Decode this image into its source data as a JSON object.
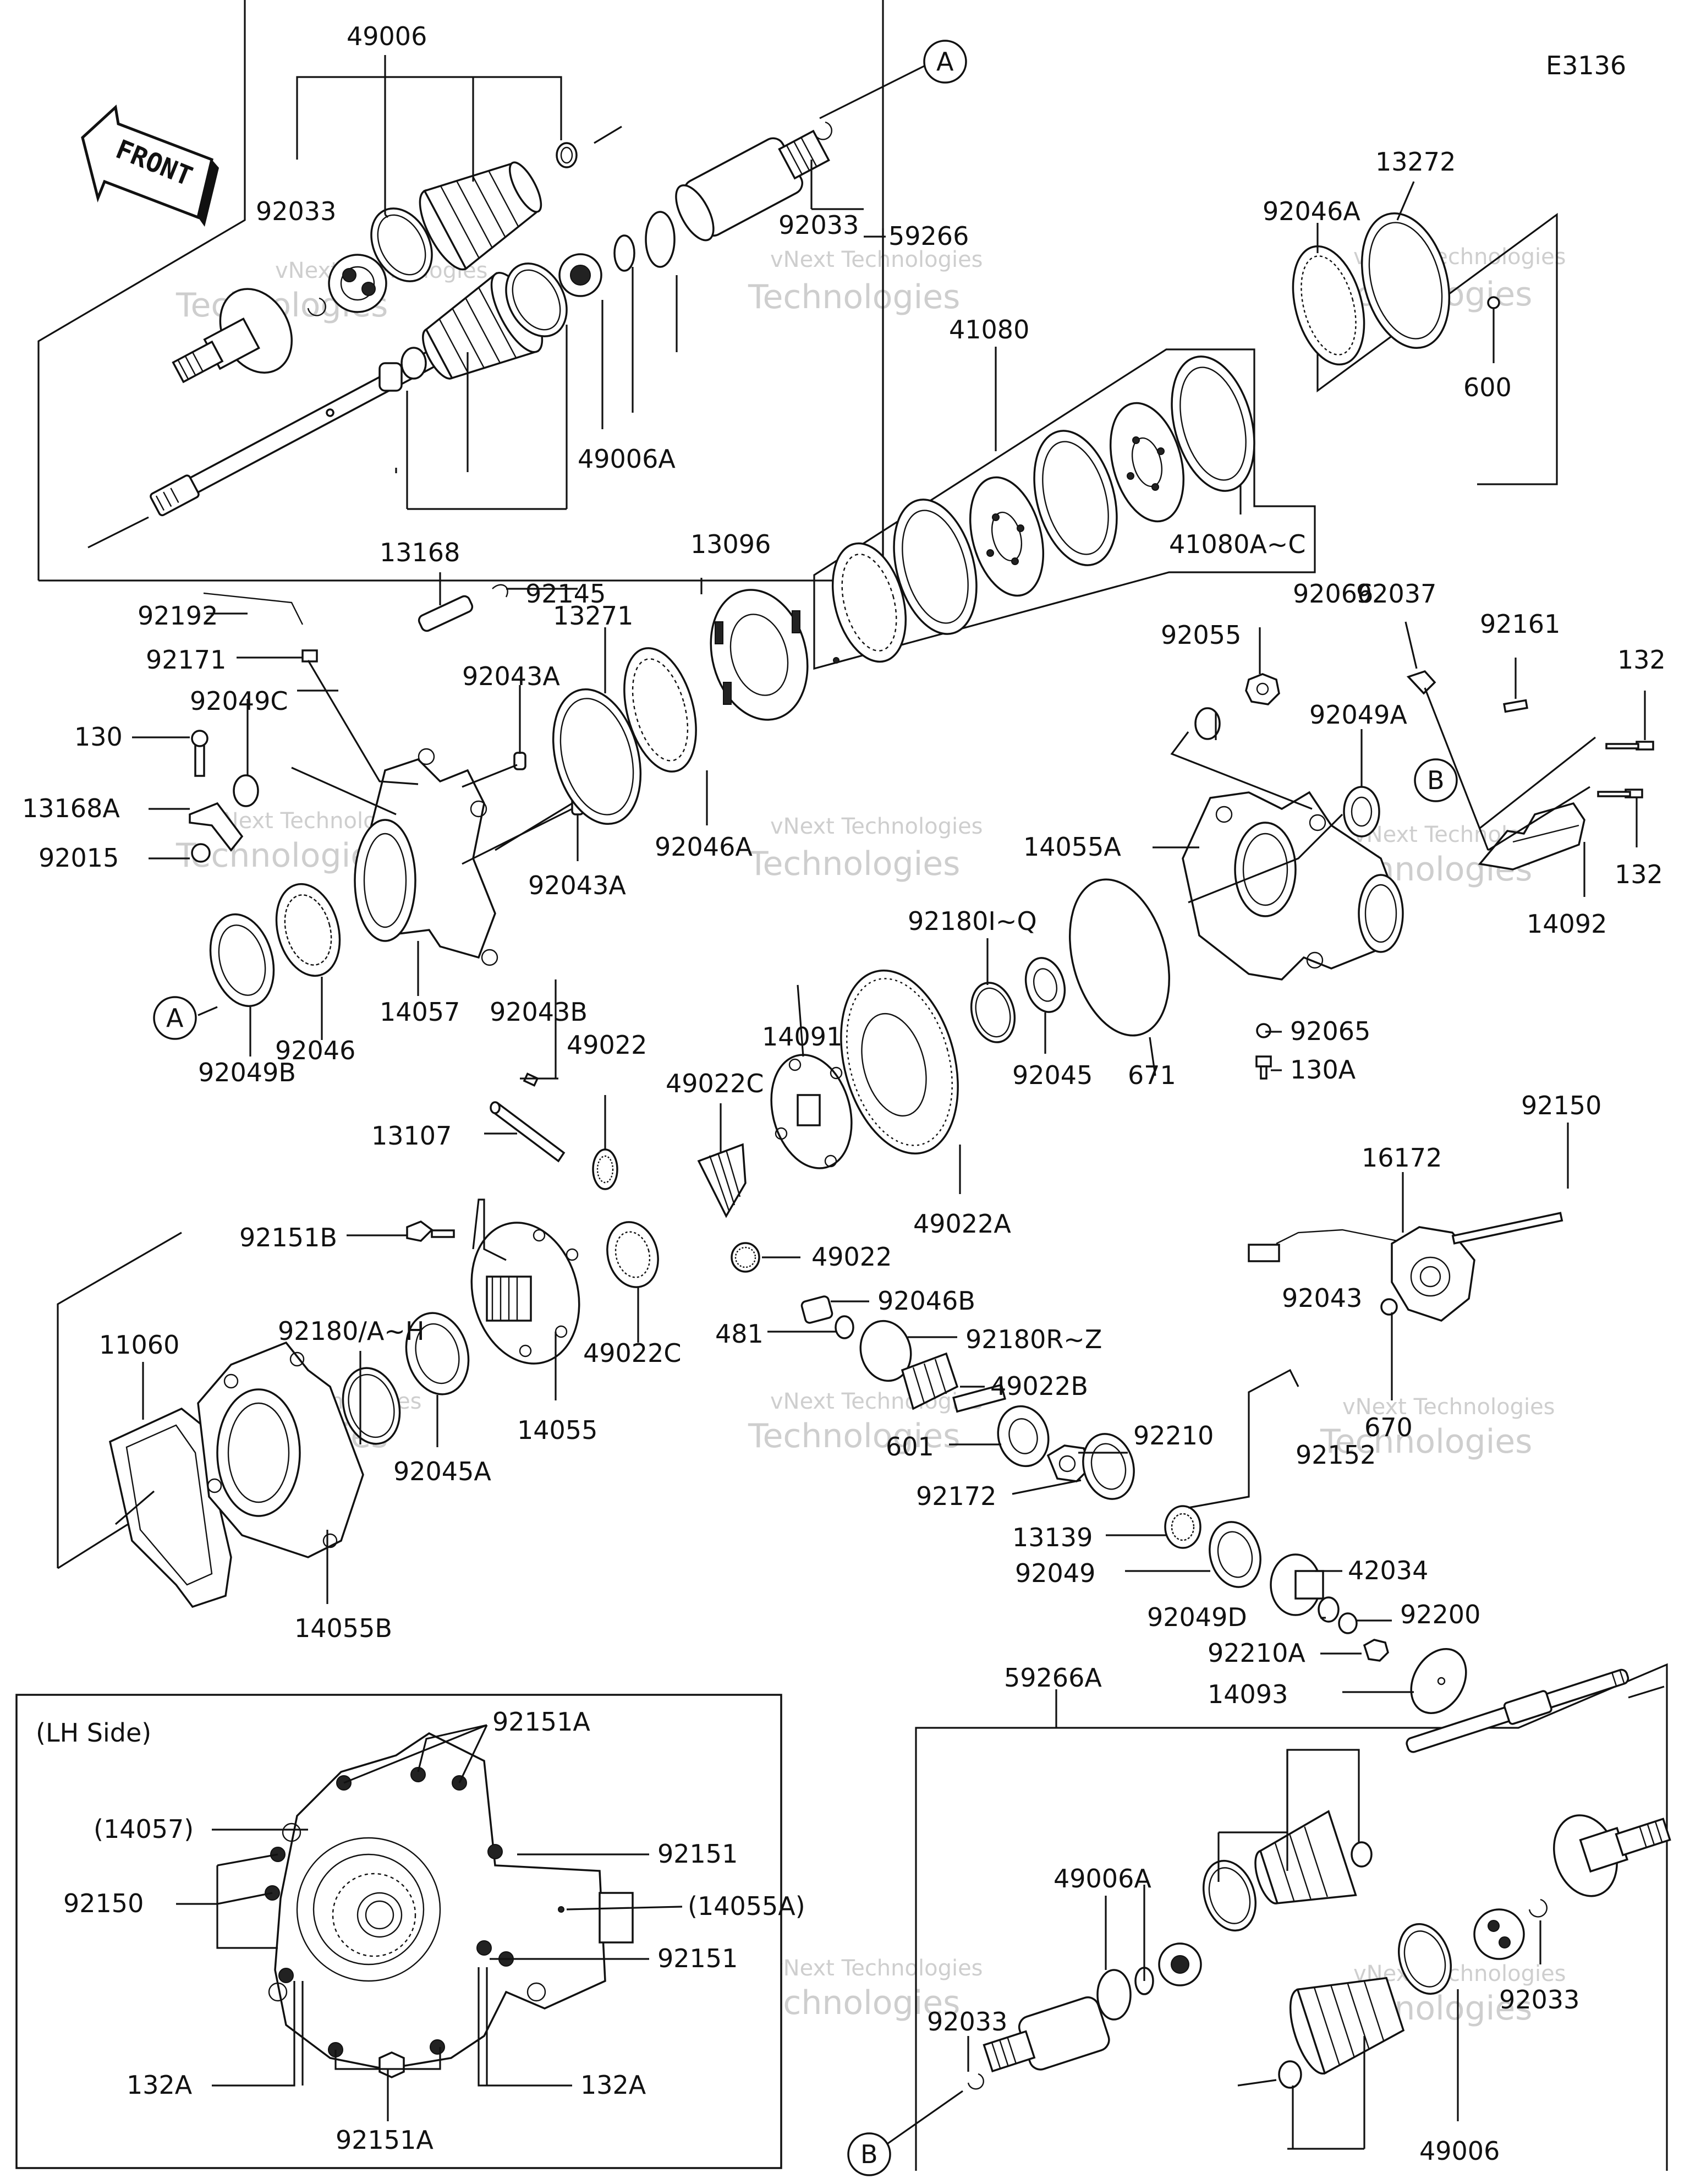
{
  "diagram_code": "E3136",
  "front_label": "FRONT",
  "inset_title": "(LH Side)",
  "watermark_top": "vNext Technologies",
  "watermark_bottom": "Technologies",
  "refs": {
    "a": "A",
    "b": "B"
  },
  "parts": {
    "p49006_top": "49006",
    "p92033_tl": "92033",
    "p92033_tr": "92033",
    "p59266": "59266",
    "p49006A_top": "49006A",
    "p41080": "41080",
    "p41080AC": "41080A~C",
    "p13272": "13272",
    "p92046A_tr": "92046A",
    "p600": "600",
    "p13168": "13168",
    "p92145": "92145",
    "p92192": "92192",
    "p92171": "92171",
    "p13271": "13271",
    "p13096": "13096",
    "p92043A_1": "92043A",
    "p92049C": "92049C",
    "p130": "130",
    "p13168A": "13168A",
    "p92015": "92015",
    "p92043A_2": "92043A",
    "p92046A": "92046A",
    "p14057": "14057",
    "p92046": "92046",
    "p92049B": "92049B",
    "p92066": "92066",
    "p92055": "92055",
    "p92037": "92037",
    "p92161": "92161",
    "p132_a": "132",
    "p92049A": "92049A",
    "p14055A": "14055A",
    "p132_b": "132",
    "p14092": "14092",
    "p92180IQ": "92180I~Q",
    "p92045": "92045",
    "p671": "671",
    "p92065": "92065",
    "p130A": "130A",
    "p14091": "14091",
    "p92043B": "92043B",
    "p49022_a": "49022",
    "p49022C_a": "49022C",
    "p13107": "13107",
    "p49022A": "49022A",
    "p92150_r": "92150",
    "p16172": "16172",
    "p92151B": "92151B",
    "p49022_b": "49022",
    "p92180AH": "92180/A~H",
    "p11060": "11060",
    "p49022C_b": "49022C",
    "p14055": "14055",
    "p92045A": "92045A",
    "p14055B": "14055B",
    "p92046B": "92046B",
    "p481": "481",
    "p92180RZ": "92180R~Z",
    "p49022B": "49022B",
    "p92043": "92043",
    "p670": "670",
    "p92152": "92152",
    "p601": "601",
    "p92210": "92210",
    "p92172": "92172",
    "p13139": "13139",
    "p92049": "92049",
    "p42034": "42034",
    "p92049D": "92049D",
    "p92200": "92200",
    "p92210A": "92210A",
    "p14093": "14093",
    "p59266A": "59266A",
    "p49006A_b": "49006A",
    "p92033_bl": "92033",
    "p92033_br": "92033",
    "p49006_b": "49006",
    "p92151A_t": "92151A",
    "p14057_ref": "(14057)",
    "p92151_a": "92151",
    "p92150_l": "92150",
    "p14055A_ref": "(14055A)",
    "p92151_b": "92151",
    "p132A_l": "132A",
    "p132A_r": "132A",
    "p92151A_b": "92151A"
  }
}
